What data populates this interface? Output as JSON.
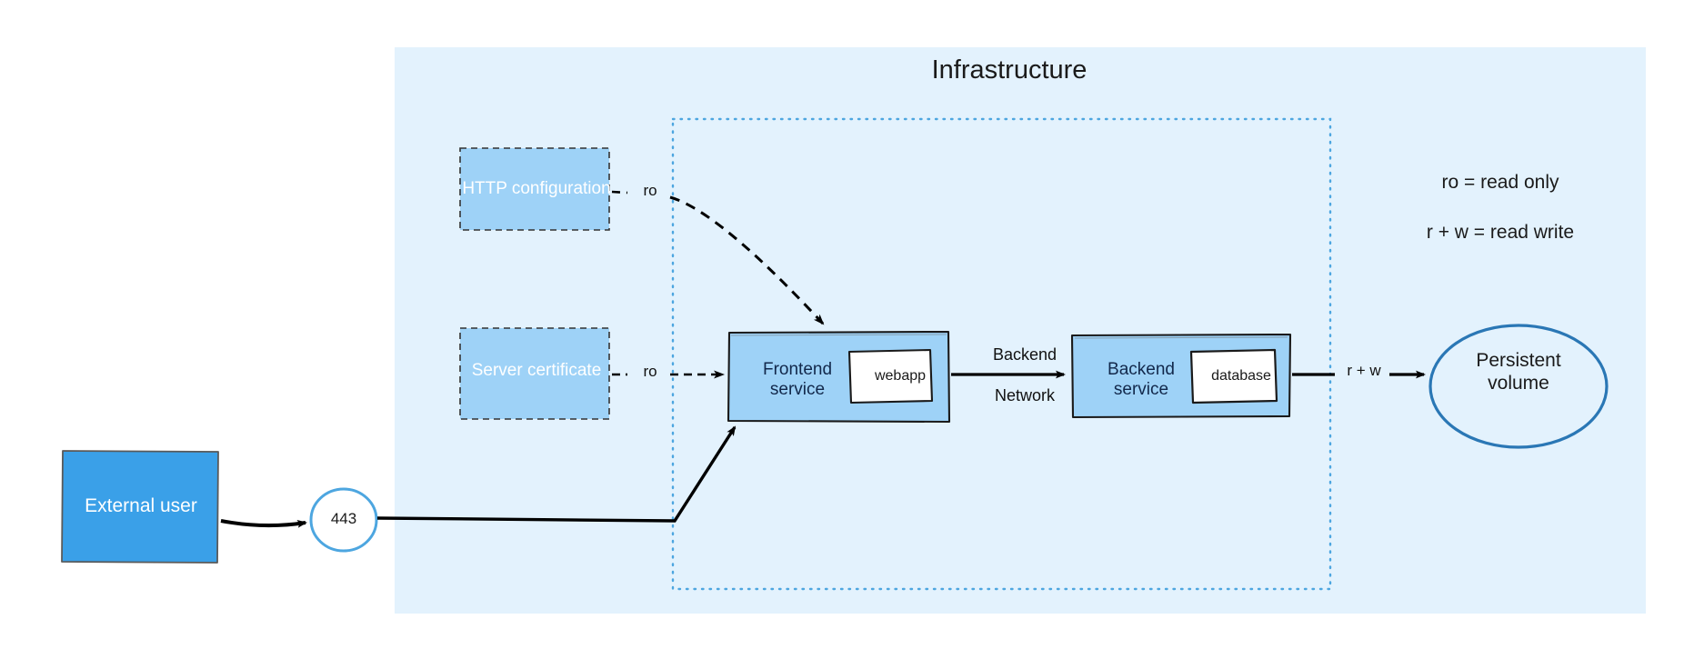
{
  "diagram": {
    "title": "Infrastructure",
    "background": "#ffffff",
    "panel_fill": "#e3f2fd",
    "network_border": "#4da6e0",
    "config_fill": "#9ed2f7",
    "config_stroke": "#333333",
    "service_fill": "#9ed2f7",
    "service_stroke": "#1a1a1a",
    "component_fill": "#ffffff",
    "user_fill": "#3aa0e8",
    "volume_stroke": "#2a77b5",
    "arrow_color": "#000000"
  },
  "nodes": {
    "external_user": "External user",
    "port": "443",
    "http_configuration": "HTTP configuration",
    "server_certificate": "Server certificate",
    "frontend_service": "Frontend\nservice",
    "frontend_component": "webapp",
    "backend_service": "Backend\nservice",
    "backend_component": "database",
    "persistent_volume": "Persistent\nvolume"
  },
  "edges": {
    "http_config_to_frontend": "ro",
    "server_cert_to_frontend": "ro",
    "backend_top": "Backend",
    "backend_bottom": "Network",
    "backend_to_volume": "r + w"
  },
  "legend": {
    "read_only": "ro = read only",
    "read_write": "r + w = read write"
  }
}
